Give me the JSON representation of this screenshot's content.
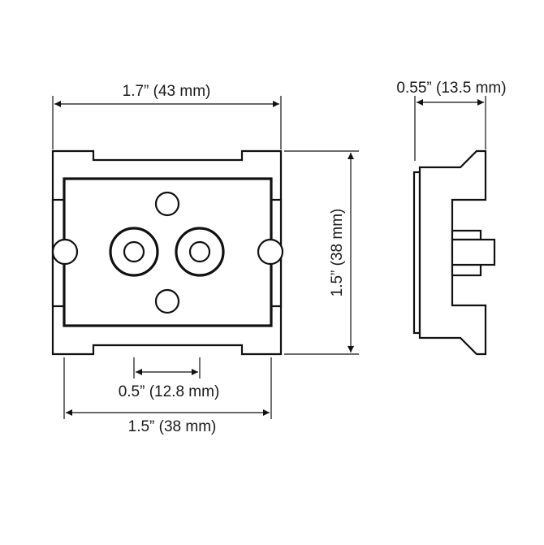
{
  "dimensions": {
    "overall_width": "1.7” (43 mm)",
    "overall_height": "1.5” (38 mm)",
    "terminal_spacing": "0.5” (12.8 mm)",
    "inner_width": "1.5” (38 mm)",
    "depth": "0.55” (13.5 mm)"
  },
  "colors": {
    "line": "#111111",
    "background": "#ffffff"
  }
}
